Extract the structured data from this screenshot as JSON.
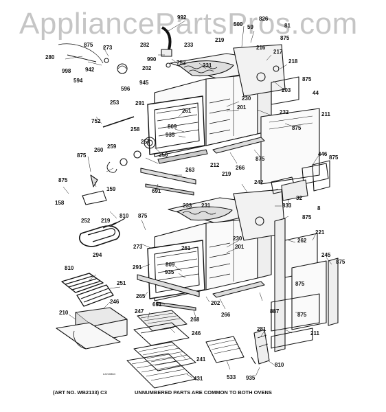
{
  "watermark": "AppliancePartsPros.com",
  "footer": {
    "art_no": "(ART NO. WB2133) C3",
    "note": "UNNUMBERED PARTS ARE COMMON TO BOTH OVENS"
  },
  "diagram_code": "L2210864",
  "part_labels": [
    "992",
    "500",
    "826",
    "59",
    "81",
    "875",
    "280",
    "875",
    "273",
    "282",
    "233",
    "219",
    "216",
    "217",
    "218",
    "998",
    "942",
    "990",
    "752",
    "594",
    "596",
    "231",
    "203",
    "875",
    "44",
    "202",
    "945",
    "230",
    "201",
    "232",
    "253",
    "291",
    "261",
    "211",
    "752",
    "809",
    "935",
    "875",
    "258",
    "257",
    "256",
    "875",
    "212",
    "266",
    "446",
    "875",
    "260",
    "259",
    "263",
    "875",
    "691",
    "159",
    "875",
    "158",
    "219",
    "242",
    "32",
    "833",
    "8",
    "233",
    "231",
    "875",
    "252",
    "219",
    "810",
    "875",
    "221",
    "262",
    "230",
    "201",
    "294",
    "273",
    "261",
    "245",
    "875",
    "291",
    "809",
    "935",
    "810",
    "251",
    "875",
    "265",
    "691",
    "202",
    "266",
    "887",
    "875",
    "246",
    "268",
    "210",
    "247",
    "246",
    "281",
    "211",
    "241",
    "810",
    "533",
    "431",
    "935"
  ]
}
